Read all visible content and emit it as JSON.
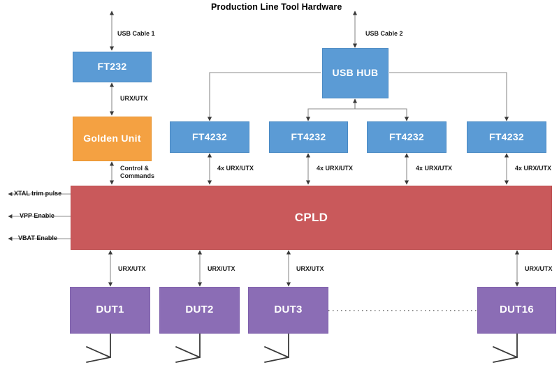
{
  "diagram": {
    "title": "Production Line Tool Hardware",
    "colors": {
      "blue": "#5b9bd5",
      "orange": "#f4a142",
      "red": "#c9595b",
      "purple": "#8b6db5",
      "arrow": "#7f7f7f",
      "text": "#1a1a1a"
    },
    "blocks": {
      "ft232": "FT232",
      "golden_unit": "Golden Unit",
      "usb_hub": "USB HUB",
      "ft4232_1": "FT4232",
      "ft4232_2": "FT4232",
      "ft4232_3": "FT4232",
      "ft4232_4": "FT4232",
      "cpld": "CPLD",
      "dut1": "DUT1",
      "dut2": "DUT2",
      "dut3": "DUT3",
      "dut16": "DUT16"
    },
    "labels": {
      "usb_cable_1": "USB Cable 1",
      "usb_cable_2": "USB Cable 2",
      "urx_utx_golden": "URX/UTX",
      "control_commands": "Control &\nCommands",
      "xtal_trim_pulse": "XTAL trim pulse",
      "vpp_enable": "VPP Enable",
      "vbat_enable": "VBAT Enable",
      "four_x_urx_utx_1": "4x URX/UTX",
      "four_x_urx_utx_2": "4x URX/UTX",
      "four_x_urx_utx_3": "4x URX/UTX",
      "four_x_urx_utx_4": "4x URX/UTX",
      "urx_utx_dut1": "URX/UTX",
      "urx_utx_dut2": "URX/UTX",
      "urx_utx_dut3": "URX/UTX",
      "urx_utx_dut16": "URX/UTX"
    }
  }
}
